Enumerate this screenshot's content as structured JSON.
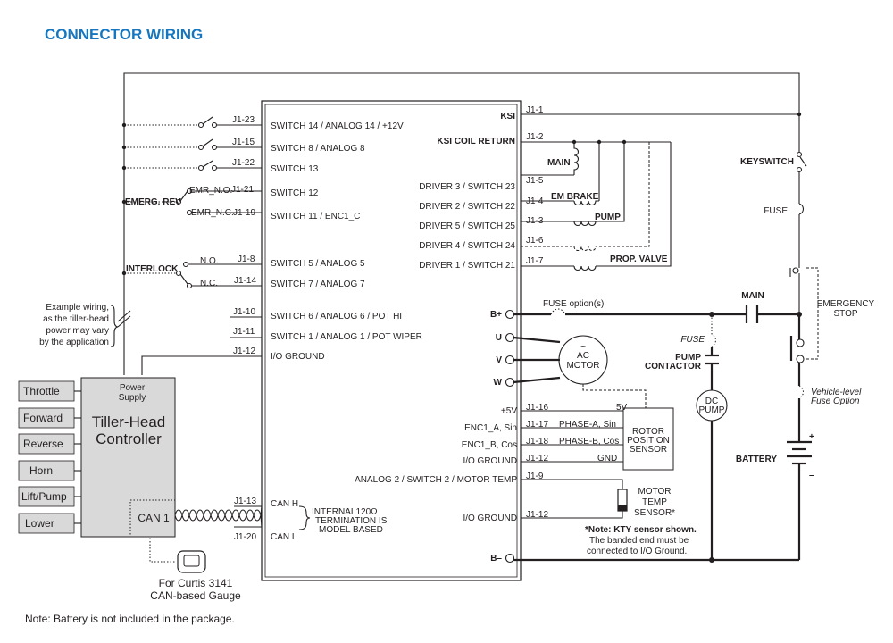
{
  "title": "CONNECTOR WIRING",
  "footnote": "Note: Battery is not included in the package.",
  "example_wiring": [
    "Example wiring,",
    "as the tiller-head",
    "power may vary",
    "by the application"
  ],
  "controller": {
    "power_supply": [
      "Power",
      "Supply"
    ],
    "name": [
      "Tiller-Head",
      "Controller"
    ],
    "can": "CAN 1",
    "buttons": [
      "Throttle",
      "Forward",
      "Reverse",
      "Horn",
      "Lift/Pump",
      "Lower"
    ]
  },
  "left_switches": {
    "emerg_rev": "EMERG. REV",
    "emr_no": "EMR_N.O.",
    "emr_nc": "EMR_N.C.",
    "interlock": "INTERLOCK",
    "no": "N.O.",
    "nc": "N.C."
  },
  "pins_left": [
    "J1-23",
    "J1-15",
    "J1-22",
    "J1-21",
    "J1-19",
    "J1-8",
    "J1-14",
    "J1-10",
    "J1-11",
    "J1-12",
    "J1-13",
    "J1-20"
  ],
  "box_left": [
    "SWITCH 14 / ANALOG 14 / +12V",
    "SWITCH 8 / ANALOG 8",
    "SWITCH 13",
    "SWITCH 12",
    "SWITCH 11 / ENC1_C",
    "SWITCH 5 / ANALOG 5",
    "SWITCH 7 / ANALOG 7",
    "SWITCH 6 / ANALOG 6 / POT HI",
    "SWITCH 1 / ANALOG 1 / POT WIPER",
    "I/O GROUND",
    "CAN H",
    "CAN L"
  ],
  "termination": [
    "INTERNAL120Ω",
    "TERMINATION IS",
    "MODEL BASED"
  ],
  "box_right": {
    "ksi": "KSI",
    "ksi_coil": "KSI COIL RETURN",
    "drivers": [
      "DRIVER 3 / SWITCH 23",
      "DRIVER 2 / SWITCH 22",
      "DRIVER 5 / SWITCH 25",
      "DRIVER 4 / SWITCH 24",
      "DRIVER 1 / SWITCH 21"
    ],
    "power": [
      "B+",
      "U",
      "V",
      "W",
      "B–"
    ],
    "enc": [
      "+5V",
      "ENC1_A, Sin",
      "ENC1_B, Cos",
      "I/O GROUND"
    ],
    "analog2": "ANALOG 2 / SWITCH 2 / MOTOR TEMP",
    "io_ground": "I/O GROUND"
  },
  "pins_right": [
    "J1-1",
    "J1-2",
    "J1-5",
    "J1-4",
    "J1-3",
    "J1-6",
    "J1-7",
    "J1-16",
    "J1-17",
    "J1-18",
    "J1-12",
    "J1-9",
    "J1-12"
  ],
  "coils": {
    "main": "MAIN",
    "em_brake": "EM BRAKE",
    "pump": "PUMP",
    "prop_valve": "PROP.  VALVE"
  },
  "encoder": {
    "signals": [
      "5V",
      "PHASE-A, Sin",
      "PHASE-B, Cos",
      "GND"
    ],
    "sensor": [
      "ROTOR",
      "POSITION",
      "SENSOR"
    ]
  },
  "motor_temp": [
    "MOTOR",
    "TEMP",
    "SENSOR*"
  ],
  "note": [
    "*Note: KTY sensor shown.",
    "The banded end must be",
    "connected to I/O Ground."
  ],
  "power_section": {
    "keyswitch": "KEYSWITCH",
    "fuse": "FUSE",
    "main": "MAIN",
    "emergency_stop": [
      "EMERGENCY",
      "STOP"
    ],
    "fuse_options": "FUSE option(s)",
    "fuse_italic": "FUSE",
    "pump_contactor": [
      "PUMP",
      "CONTACTOR"
    ],
    "ac_motor": [
      "AC",
      "MOTOR"
    ],
    "dc_pump": [
      "DC",
      "PUMP"
    ],
    "vehicle_fuse": [
      "Vehicle-level",
      "Fuse Option"
    ],
    "battery": "BATTERY",
    "plus": "+",
    "minus": "–"
  },
  "gauge": [
    "For Curtis 3141",
    "CAN-based Gauge"
  ]
}
